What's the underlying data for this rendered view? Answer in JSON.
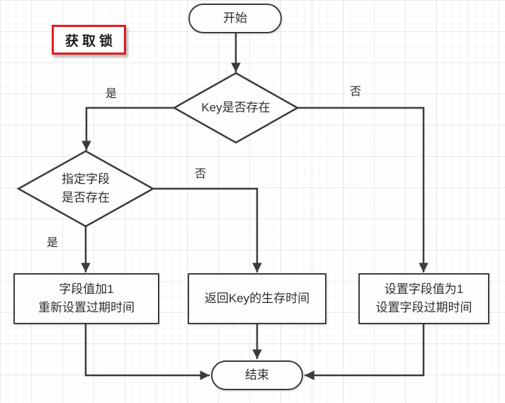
{
  "flowchart": {
    "annotation": {
      "label": "获取锁"
    },
    "nodes": {
      "start": {
        "type": "terminator",
        "label": "开始"
      },
      "decision_key": {
        "type": "decision",
        "label": "Key是否存在"
      },
      "decision_field": {
        "type": "decision",
        "line1": "指定字段",
        "line2": "是否存在"
      },
      "process_incr": {
        "type": "process",
        "line1": "字段值加1",
        "line2": "重新设置过期时间"
      },
      "process_ttl": {
        "type": "process",
        "label": "返回Key的生存时间"
      },
      "process_set": {
        "type": "process",
        "line1": "设置字段值为1",
        "line2": "设置字段过期时间"
      },
      "end": {
        "type": "terminator",
        "label": "结束"
      }
    },
    "edge_labels": {
      "key_yes": "是",
      "key_no": "否",
      "field_yes": "是",
      "field_no": "否"
    },
    "colors": {
      "line": "#3c3c3c",
      "annotation_border": "#e11c1c",
      "node_fill": "#fdfdfd",
      "text": "#2e2e2e"
    }
  }
}
